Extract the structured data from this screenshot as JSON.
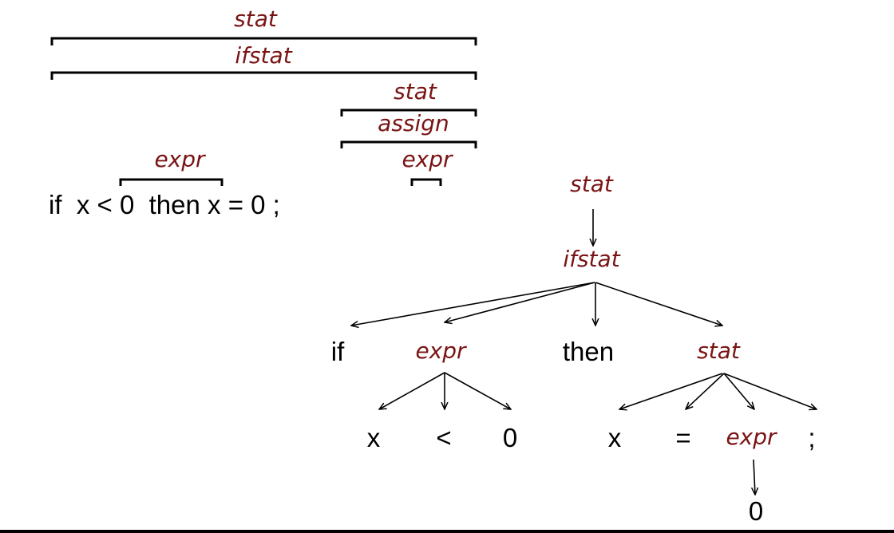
{
  "colors": {
    "nonterminal": "#7a1414",
    "terminal": "#000000"
  },
  "bracket_view": {
    "labels": {
      "stat_top": "stat",
      "ifstat": "ifstat",
      "stat_inner": "stat",
      "assign": "assign",
      "expr_right": "expr",
      "expr_left": "expr"
    },
    "sentence": "if  x < 0  then x = 0 ;"
  },
  "tree_view": {
    "root": "stat",
    "ifstat": "ifstat",
    "level2": [
      "if",
      "expr",
      "then",
      "stat"
    ],
    "expr_children": [
      "x",
      "<",
      "0"
    ],
    "stat_children": [
      "x",
      "=",
      "expr",
      ";"
    ],
    "expr_leaf": "0"
  }
}
